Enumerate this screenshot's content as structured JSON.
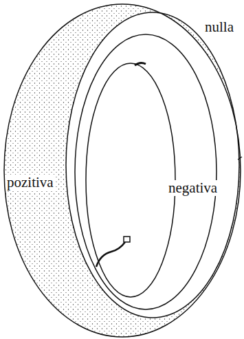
{
  "diagram": {
    "labels": [
      "nulla",
      "pozitiva",
      "negativa"
    ]
  }
}
